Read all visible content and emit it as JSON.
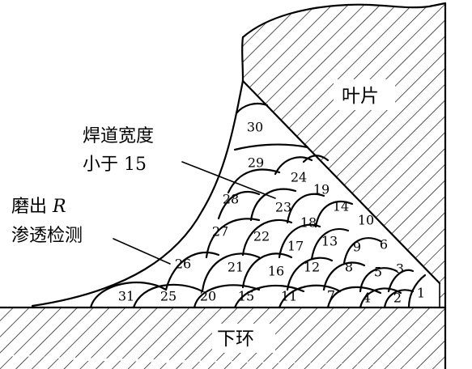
{
  "labels": {
    "blade": "叶片",
    "ring": "下环",
    "weld_width_line1": "焊道宽度",
    "weld_width_line2": "小于 15",
    "grind_line1_prefix": "磨出 ",
    "grind_line1_r": "R",
    "grind_line2": "渗透检测"
  },
  "weld_passes": [
    "1",
    "2",
    "3",
    "4",
    "5",
    "6",
    "7",
    "8",
    "9",
    "10",
    "11",
    "12",
    "13",
    "14",
    "15",
    "16",
    "17",
    "18",
    "19",
    "20",
    "21",
    "22",
    "23",
    "24",
    "25",
    "26",
    "27",
    "28",
    "29",
    "30",
    "31"
  ]
}
